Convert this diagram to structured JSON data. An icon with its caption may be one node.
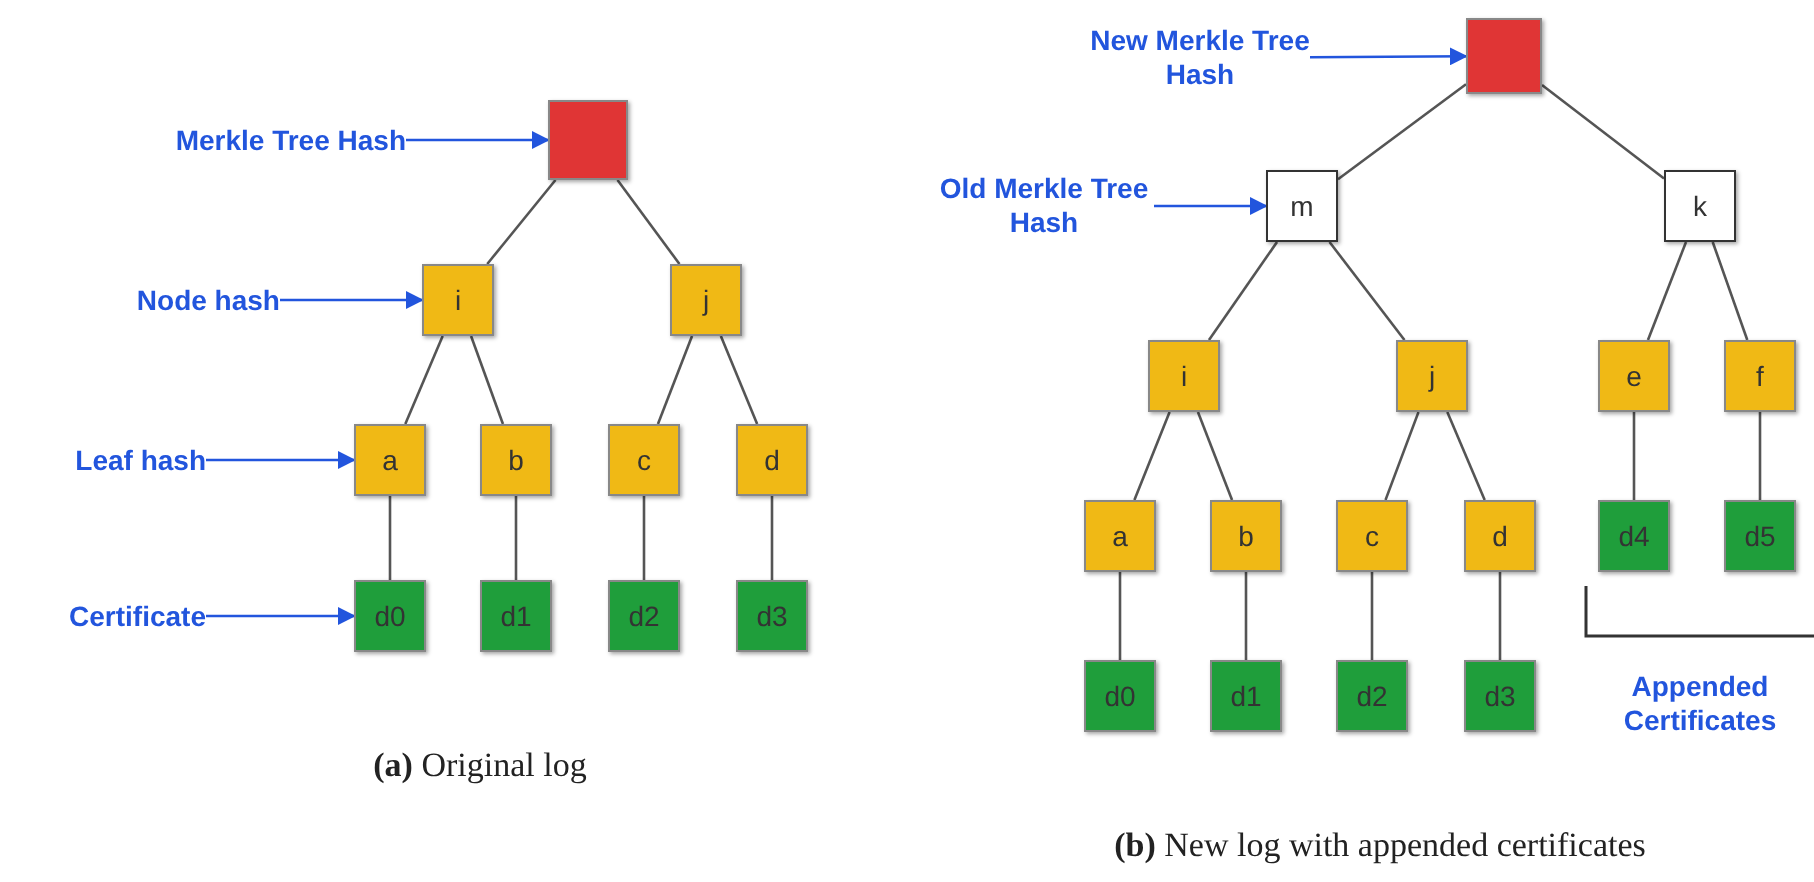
{
  "diagram": {
    "nodes": [
      {
        "text": [
          "Merkle Tree Hash"
        ]
      },
      {
        "text": [],
        "shape": "box"
      },
      {
        "text": [
          "Node hash"
        ]
      },
      {
        "text": [
          "i"
        ]
      },
      {
        "text": [
          "j"
        ]
      },
      {
        "text": [
          "Leaf hash"
        ]
      },
      {
        "text": [
          "a"
        ]
      },
      {
        "text": [
          "b"
        ]
      },
      {
        "text": [
          "c"
        ]
      },
      {
        "text": [
          "d"
        ]
      },
      {
        "text": [
          "Certificate"
        ]
      },
      {
        "text": [
          "d0"
        ]
      },
      {
        "text": [
          "d1"
        ]
      },
      {
        "text": [
          "d2"
        ]
      },
      {
        "text": [
          "d3"
        ]
      },
      {
        "text": [
          "New Merkle Tree Hash"
        ]
      },
      {
        "text": [],
        "shape": "box"
      },
      {
        "text": [
          "Old Merkle Tree Hash"
        ]
      },
      {
        "text": [
          "m"
        ]
      },
      {
        "text": [
          "k"
        ]
      },
      {
        "text": [
          "i"
        ]
      },
      {
        "text": [
          "j"
        ]
      },
      {
        "text": [
          "e"
        ]
      },
      {
        "text": [
          "f"
        ]
      },
      {
        "text": [
          "a"
        ]
      },
      {
        "text": [
          "b"
        ]
      },
      {
        "text": [
          "c"
        ]
      },
      {
        "text": [
          "d"
        ]
      },
      {
        "text": [
          "d4"
        ]
      },
      {
        "text": [
          "d5"
        ]
      },
      {
        "text": [
          "d0"
        ]
      },
      {
        "text": [
          "d1"
        ]
      },
      {
        "text": [
          "d2"
        ]
      },
      {
        "text": [
          "d3"
        ]
      }
    ],
    "edges": [
      {
        "from": 0,
        "to": 1,
        "arrow": "to",
        "color": "#2255dd"
      },
      {
        "from": 1,
        "to": 3,
        "arrow": "none"
      },
      {
        "from": 1,
        "to": 4,
        "arrow": "none"
      },
      {
        "from": 2,
        "to": 3,
        "arrow": "to",
        "color": "#2255dd"
      },
      {
        "from": 3,
        "to": 6,
        "arrow": "none"
      },
      {
        "from": 3,
        "to": 7,
        "arrow": "none"
      },
      {
        "from": 4,
        "to": 8,
        "arrow": "none"
      },
      {
        "from": 4,
        "to": 9,
        "arrow": "none"
      },
      {
        "from": 5,
        "to": 6,
        "arrow": "to",
        "color": "#2255dd"
      },
      {
        "from": 6,
        "to": 11,
        "arrow": "none"
      },
      {
        "from": 7,
        "to": 12,
        "arrow": "none"
      },
      {
        "from": 8,
        "to": 13,
        "arrow": "none"
      },
      {
        "from": 9,
        "to": 14,
        "arrow": "none"
      },
      {
        "from": 10,
        "to": 11,
        "arrow": "to",
        "color": "#2255dd"
      },
      {
        "from": 15,
        "to": 16,
        "arrow": "to",
        "color": "#2255dd"
      },
      {
        "from": 16,
        "to": 18,
        "arrow": "none"
      },
      {
        "from": 16,
        "to": 19,
        "arrow": "none"
      },
      {
        "from": 17,
        "to": 18,
        "arrow": "to",
        "color": "#2255dd"
      },
      {
        "from": 18,
        "to": 20,
        "arrow": "none"
      },
      {
        "from": 18,
        "to": 21,
        "arrow": "none"
      },
      {
        "from": 19,
        "to": 22,
        "arrow": "none"
      },
      {
        "from": 19,
        "to": 23,
        "arrow": "none"
      },
      {
        "from": 20,
        "to": 24,
        "arrow": "none"
      },
      {
        "from": 20,
        "to": 25,
        "arrow": "none"
      },
      {
        "from": 21,
        "to": 26,
        "arrow": "none"
      },
      {
        "from": 21,
        "to": 27,
        "arrow": "none"
      },
      {
        "from": 22,
        "to": 28,
        "arrow": "none"
      },
      {
        "from": 23,
        "to": 29,
        "arrow": "none"
      },
      {
        "from": 24,
        "to": 30,
        "arrow": "none"
      },
      {
        "from": 25,
        "to": 31,
        "arrow": "none"
      },
      {
        "from": 26,
        "to": 32,
        "arrow": "none"
      },
      {
        "from": 27,
        "to": 33,
        "arrow": "none"
      }
    ],
    "labels": [
      "Appended Certificates",
      "**(a)** Original log",
      "**(b)** New log with appended certificates"
    ]
  }
}
